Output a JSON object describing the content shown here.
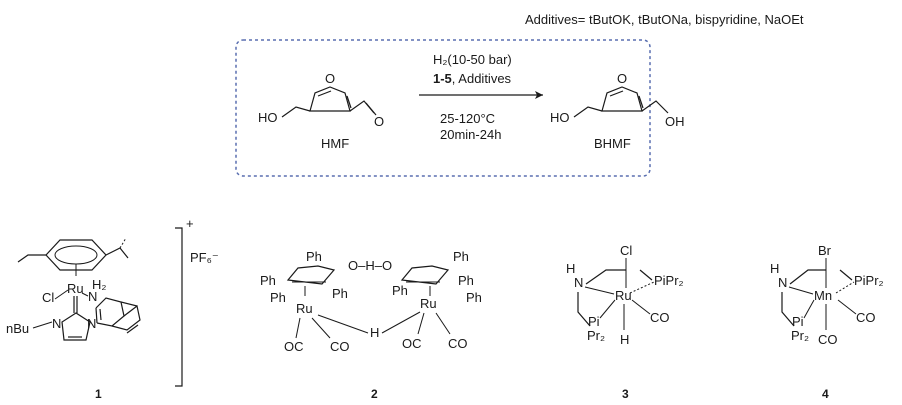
{
  "additives_line": "Additives= tButOK, tButONa, bispyridine, NaOEt",
  "reaction": {
    "conditions_line1": "H₂(10-50 bar)",
    "catalysts": "1-5",
    "catalysts_suffix": ", Additives",
    "temperature": "25-120°C",
    "time": "20min-24h",
    "reactant": {
      "name": "HMF",
      "left_group": "HO"
    },
    "product": {
      "name": "BHMF",
      "left_group": "HO",
      "right_group": "OH"
    }
  },
  "complex1": {
    "number": "1",
    "counterion": "PF₆⁻",
    "charge": "+",
    "metal": "Ru",
    "halide": "Cl",
    "nh2": "H₂",
    "n": "N",
    "nbu": "nBu",
    "n_left": "N",
    "n_right": "N"
  },
  "complex2": {
    "number": "2",
    "ohO": "O–H–O",
    "ph": "Ph",
    "ru": "Ru",
    "h": "H",
    "co": "CO",
    "oc": "OC"
  },
  "complex3": {
    "number": "3",
    "metal": "Ru",
    "halide": "Cl",
    "h_top": "H",
    "n": "N",
    "pipr2_right": "PiPr₂",
    "pi_left": "Pi",
    "pr2_left": "Pr₂",
    "co": "CO",
    "h_bottom": "H"
  },
  "complex4": {
    "number": "4",
    "metal": "Mn",
    "halide": "Br",
    "h_top": "H",
    "n": "N",
    "pipr2_right": "PiPr₂",
    "pi_left": "Pi",
    "pr2_left": "Pr₂",
    "co_right": "CO",
    "co_bottom": "CO"
  }
}
